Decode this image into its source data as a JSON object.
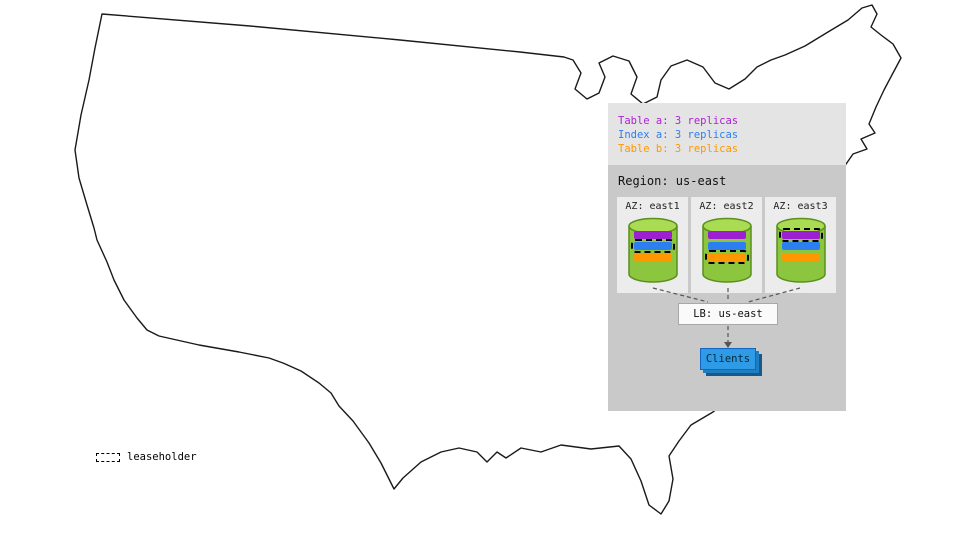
{
  "legend": {
    "table_a": "Table a: 3 replicas",
    "index_a": "Index a: 3 replicas",
    "table_b": "Table b: 3 replicas"
  },
  "region": {
    "label": "Region: us-east",
    "azs": [
      {
        "label": "AZ: east1",
        "leaseholder": "index_a"
      },
      {
        "label": "AZ: east2",
        "leaseholder": "table_b"
      },
      {
        "label": "AZ: east3",
        "leaseholder": "table_a"
      }
    ],
    "load_balancer": "LB: us-east",
    "clients": "Clients"
  },
  "key": {
    "leaseholder": "leaseholder"
  },
  "colors": {
    "table_a": "#b01fd6",
    "index_a": "#2d7ff0",
    "table_b": "#ff9800",
    "cylinder_body": "#8cc63f",
    "cylinder_top": "#a9dc52",
    "clients_box": "#2e9be6",
    "panel_bg": "#e4e4e4",
    "region_bg": "#c9c9c9",
    "az_bg": "#ececec"
  }
}
